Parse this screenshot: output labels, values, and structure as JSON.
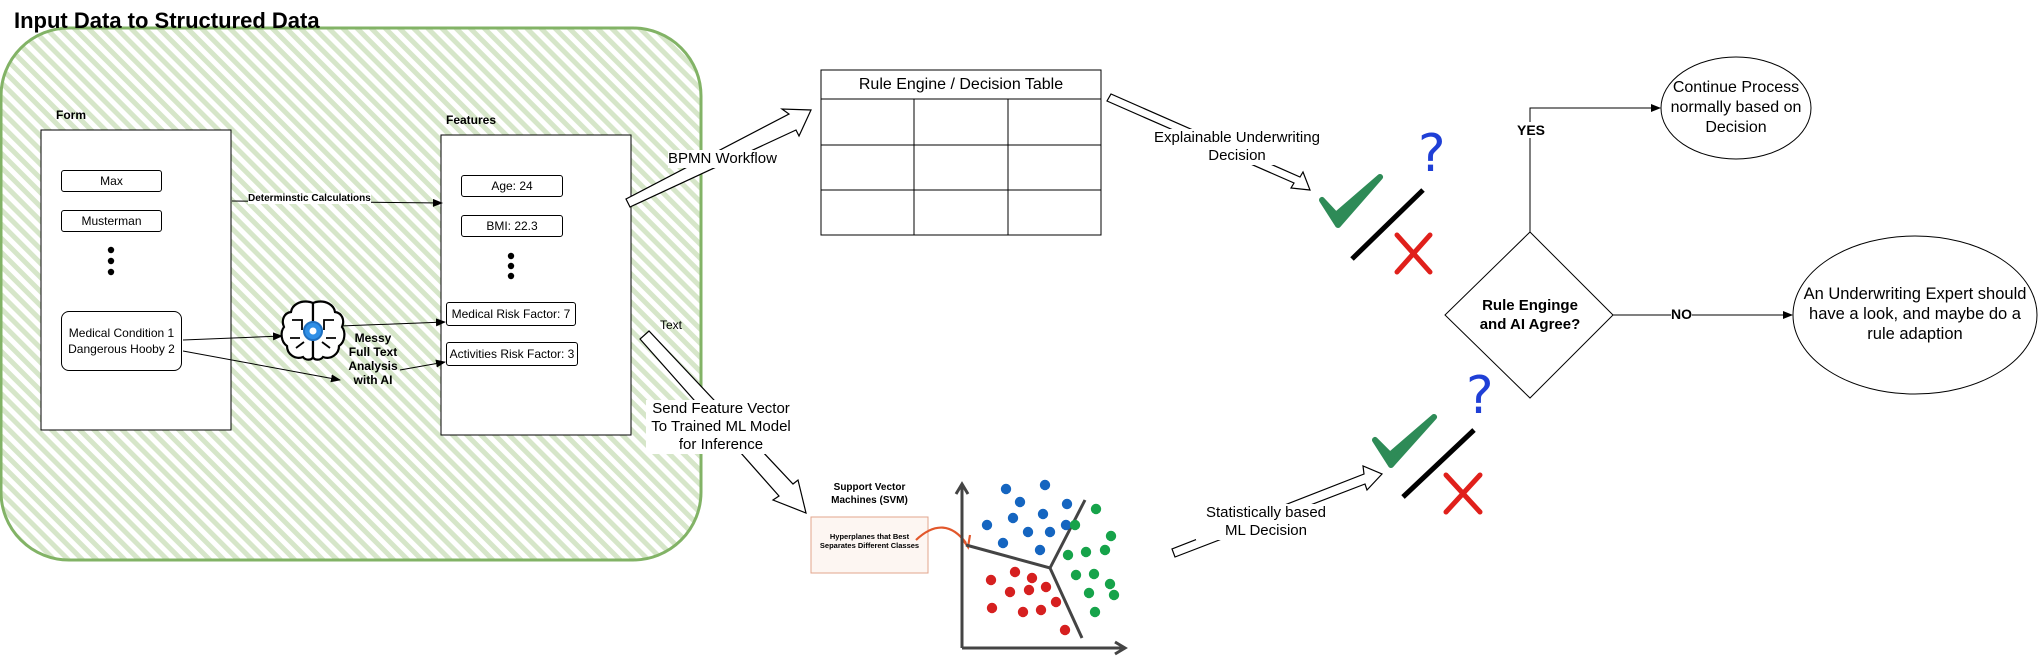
{
  "title": "Input Data to Structured Data",
  "form": {
    "label": "Form",
    "fields": [
      "Max",
      "Musterman"
    ],
    "medical_lines": [
      "Medical Condition 1",
      "Dangerous Hooby 2"
    ]
  },
  "features": {
    "label": "Features",
    "items": [
      "Age: 24",
      "BMI: 22.3",
      "Medical Risk Factor: 7",
      "Activities Risk Factor: 3"
    ]
  },
  "edges": {
    "deterministic": "Determinstic Calculations",
    "ai_analysis": "Messy\nFull Text\nAnalysis\nwith AI",
    "bpmn": "BPMN Workflow",
    "text": "Text",
    "send_vector": "Send Feature Vector\nTo Trained ML Model\nfor Inference",
    "explainable": "Explainable Underwriting\nDecision",
    "statistical": "Statistically based\nML Decision",
    "yes": "YES",
    "no": "NO"
  },
  "rule_engine": {
    "title": "Rule Engine / Decision Table"
  },
  "svm": {
    "title": "Support Vector\nMachines (SVM)",
    "caption": "Hyperplanes that Best\nSeparates Different Classes"
  },
  "decision": {
    "question": "Rule Enginge\nand AI Agree?"
  },
  "outcomes": {
    "continue": "Continue Process\nnormally based on\nDecision",
    "expert": "An Underwriting Expert should\nhave a look, and maybe do a\nrule adaption"
  },
  "icons": [
    "brain-gear-icon",
    "check-icon",
    "question-icon",
    "cross-icon"
  ],
  "colors": {
    "green_region": "#82b366",
    "check": "#2e8b57",
    "question": "#1f3fd6",
    "cross": "#e0201b",
    "blue_points": "#1565c0",
    "red_points": "#d62020",
    "green_points": "#16a34a",
    "svm_arrow": "#e2572b"
  }
}
